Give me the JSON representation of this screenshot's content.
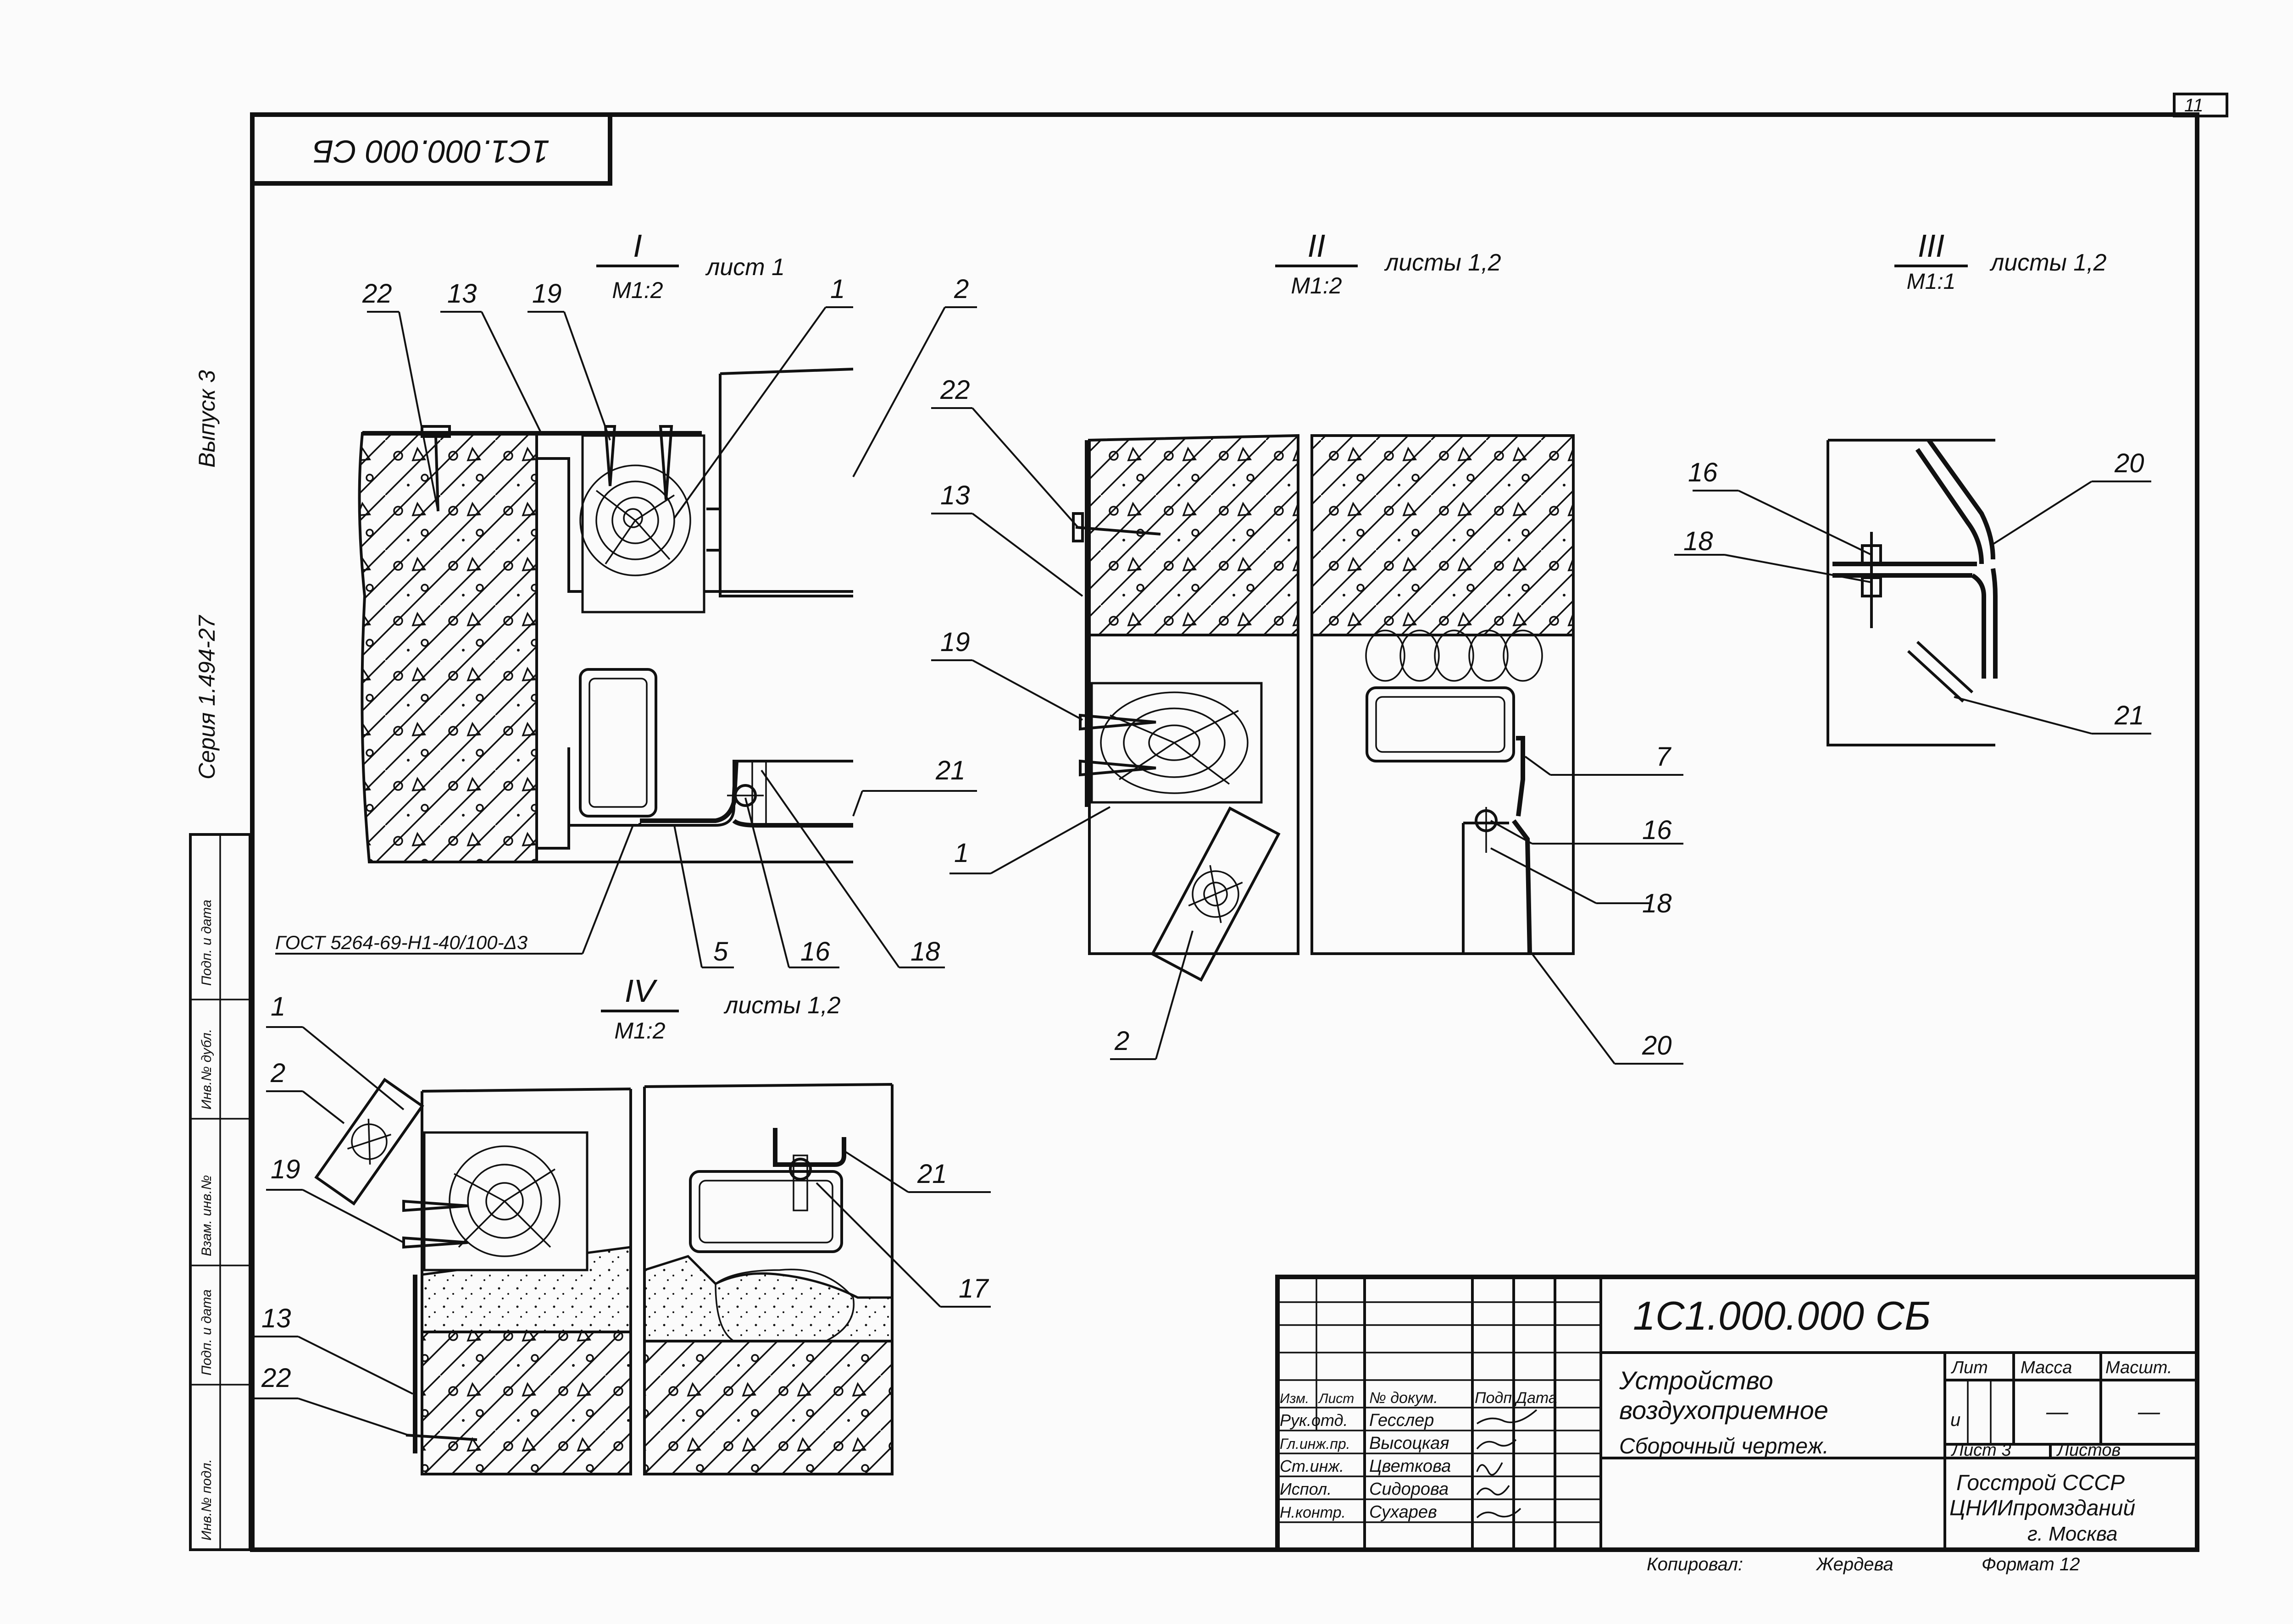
{
  "doc_code_top": "1С1.000.000 СБ",
  "sheet_number": "11",
  "side": {
    "seria": "Серия 1.494-27",
    "vypusk": "Выпуск 3",
    "stamp_labels": [
      "Инв.№ подл.",
      "Подп. и дата",
      "Взам. инв.№",
      "Инв.№ дубл.",
      "Подп. и дата"
    ]
  },
  "views": {
    "v1": {
      "numeral": "I",
      "scale": "М1:2",
      "sheets": "лист 1",
      "callouts": [
        "22",
        "13",
        "19",
        "1",
        "2",
        "21",
        "5",
        "16",
        "18"
      ],
      "gost": "ГОСТ 5264-69-Н1-40/100-Δ3"
    },
    "v2": {
      "numeral": "II",
      "scale": "М1:2",
      "sheets": "листы 1,2",
      "callouts": [
        "22",
        "13",
        "19",
        "1",
        "2",
        "7",
        "16",
        "18",
        "20"
      ]
    },
    "v3": {
      "numeral": "III",
      "scale": "М1:1",
      "sheets": "листы 1,2",
      "callouts": [
        "16",
        "18",
        "20",
        "21"
      ]
    },
    "v4": {
      "numeral": "IV",
      "scale": "М1:2",
      "sheets": "листы 1,2",
      "callouts": [
        "1",
        "2",
        "19",
        "13",
        "22",
        "21",
        "17"
      ]
    }
  },
  "title_block": {
    "code": "1С1.000.000 СБ",
    "title_lines": [
      "Устройство",
      "воздухоприемное",
      "Сборочный чертеж."
    ],
    "headers": [
      "Изм.",
      "Лист",
      "№ докум.",
      "Подп.",
      "Дата"
    ],
    "roles": [
      "Рук.отд.",
      "Гл.инж.пр.",
      "Ст.инж.",
      "Испол.",
      "Н.контр."
    ],
    "names": [
      "Гесслер",
      "Высоцкая",
      "Цветкова",
      "Сидорова",
      "Сухарев"
    ],
    "lit_label": "Лит",
    "mass_label": "Масса",
    "scale_label": "Масшт.",
    "mass_value": "—",
    "scale_value": "—",
    "lit_value": "и",
    "sheet_label": "Лист 3",
    "sheets_label": "Листов",
    "org": [
      "Госстрой СССР",
      "ЦНИИпромзданий",
      "г. Москва"
    ],
    "copied": "Копировал:",
    "copier": "Жердева",
    "format": "Формат 12"
  }
}
